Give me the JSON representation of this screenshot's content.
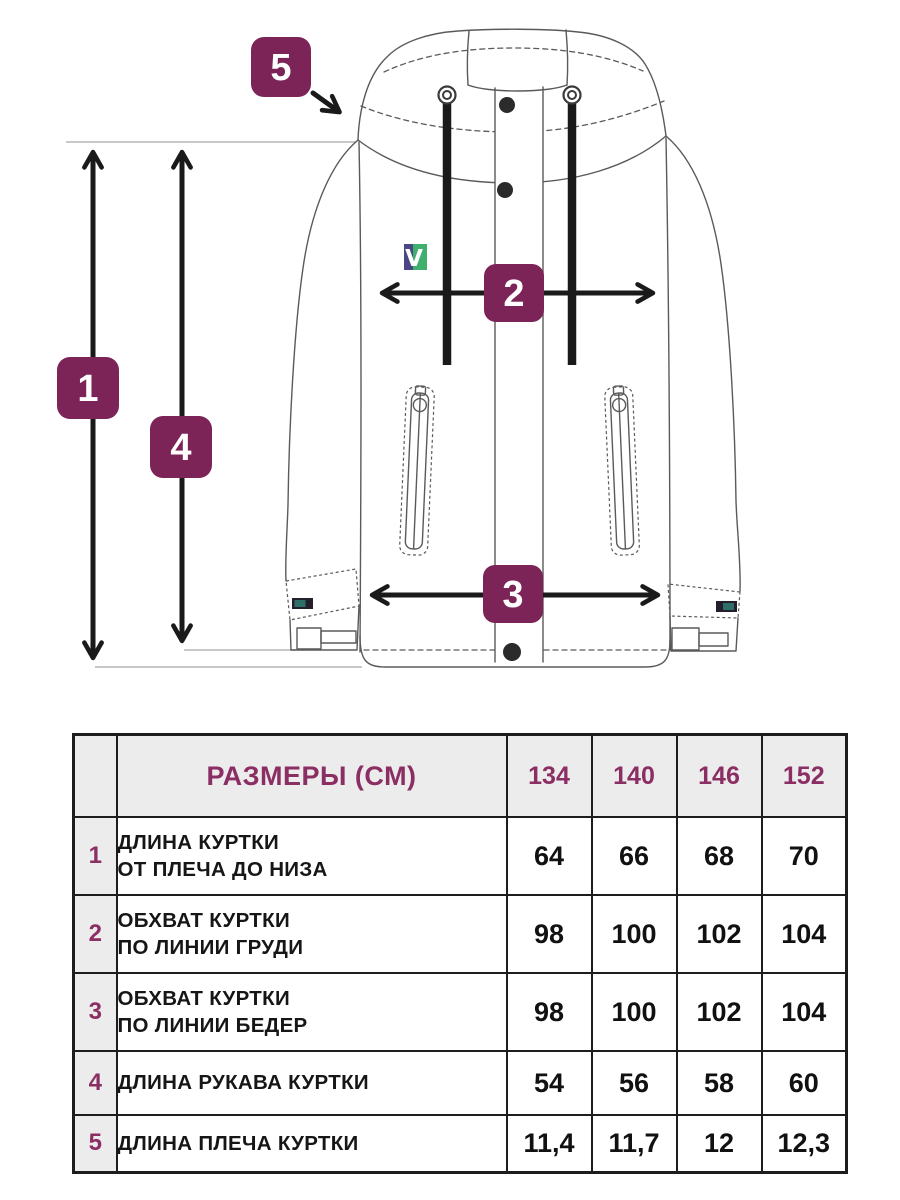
{
  "colors": {
    "badge_bg": "#7c2457",
    "accent_text": "#8b2e63",
    "table_border": "#1d1d1d",
    "header_bg": "#ececec",
    "line": "#5a5a5a",
    "ink": "#1a1a1a",
    "logo_left": "#4a4686",
    "logo_right": "#3faf6e",
    "cuff_label_dark": "#241f2b",
    "cuff_label_teal": "#2f6f6a"
  },
  "diagram": {
    "badges": [
      {
        "label": "1"
      },
      {
        "label": "2"
      },
      {
        "label": "3"
      },
      {
        "label": "4"
      },
      {
        "label": "5"
      }
    ],
    "logo": {
      "letter": "V"
    }
  },
  "table": {
    "header": {
      "label": "РАЗМЕРЫ (СМ)",
      "sizes": [
        "134",
        "140",
        "146",
        "152"
      ]
    },
    "rows": [
      {
        "num": "1",
        "label_lines": [
          "ДЛИНА КУРТКИ",
          "ОТ ПЛЕЧА ДО НИЗА"
        ],
        "values": [
          "64",
          "66",
          "68",
          "70"
        ]
      },
      {
        "num": "2",
        "label_lines": [
          "ОБХВАТ КУРТКИ",
          "ПО ЛИНИИ ГРУДИ"
        ],
        "values": [
          "98",
          "100",
          "102",
          "104"
        ]
      },
      {
        "num": "3",
        "label_lines": [
          "ОБХВАТ КУРТКИ",
          "ПО ЛИНИИ БЕДЕР"
        ],
        "values": [
          "98",
          "100",
          "102",
          "104"
        ]
      },
      {
        "num": "4",
        "label_lines": [
          "ДЛИНА РУКАВА КУРТКИ"
        ],
        "values": [
          "54",
          "56",
          "58",
          "60"
        ]
      },
      {
        "num": "5",
        "label_lines": [
          "ДЛИНА ПЛЕЧА КУРТКИ"
        ],
        "values": [
          "11,4",
          "11,7",
          "12",
          "12,3"
        ]
      }
    ]
  }
}
